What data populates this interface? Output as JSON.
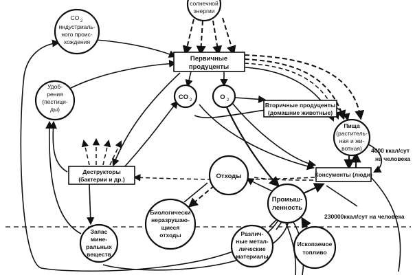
{
  "nodes": {
    "sun": [
      "солнечной",
      "энергии"
    ],
    "co2_industrial": [
      "CO",
      "индустриаль-",
      "ного проис-",
      "хождения"
    ],
    "primary_producers": [
      "Первичные",
      "продуценты"
    ],
    "fertilizers": [
      "Удоб-",
      "рения",
      "(пестици-",
      "ды)"
    ],
    "co2": "CO",
    "o2": "O",
    "secondary_producers": [
      "Вторичные продуценты",
      "(домашние животные)"
    ],
    "food": [
      "Пища",
      "(раститель-",
      "ная и жи-",
      "вотная)"
    ],
    "decomposers": [
      "Деструкторы",
      "(бактерии и др.)"
    ],
    "waste": "Отходы",
    "consumers": "Консументы (люди)",
    "industry": [
      "Промыш-",
      "ленность"
    ],
    "biological_waste": [
      "Биологически",
      "неразрушаю-",
      "щиеся",
      "отходы"
    ],
    "minerals": [
      "Запас",
      "мине-",
      "ральных",
      "веществ"
    ],
    "metals": [
      "Различ-",
      "ные метал-",
      "лические",
      "материалы"
    ],
    "fuel": [
      "Ископаемое",
      "топливо"
    ]
  },
  "annotations": {
    "food_energy": [
      "4000 ккал/сут",
      "на человека"
    ],
    "industry_energy": "230000ккал/сут на человека"
  }
}
